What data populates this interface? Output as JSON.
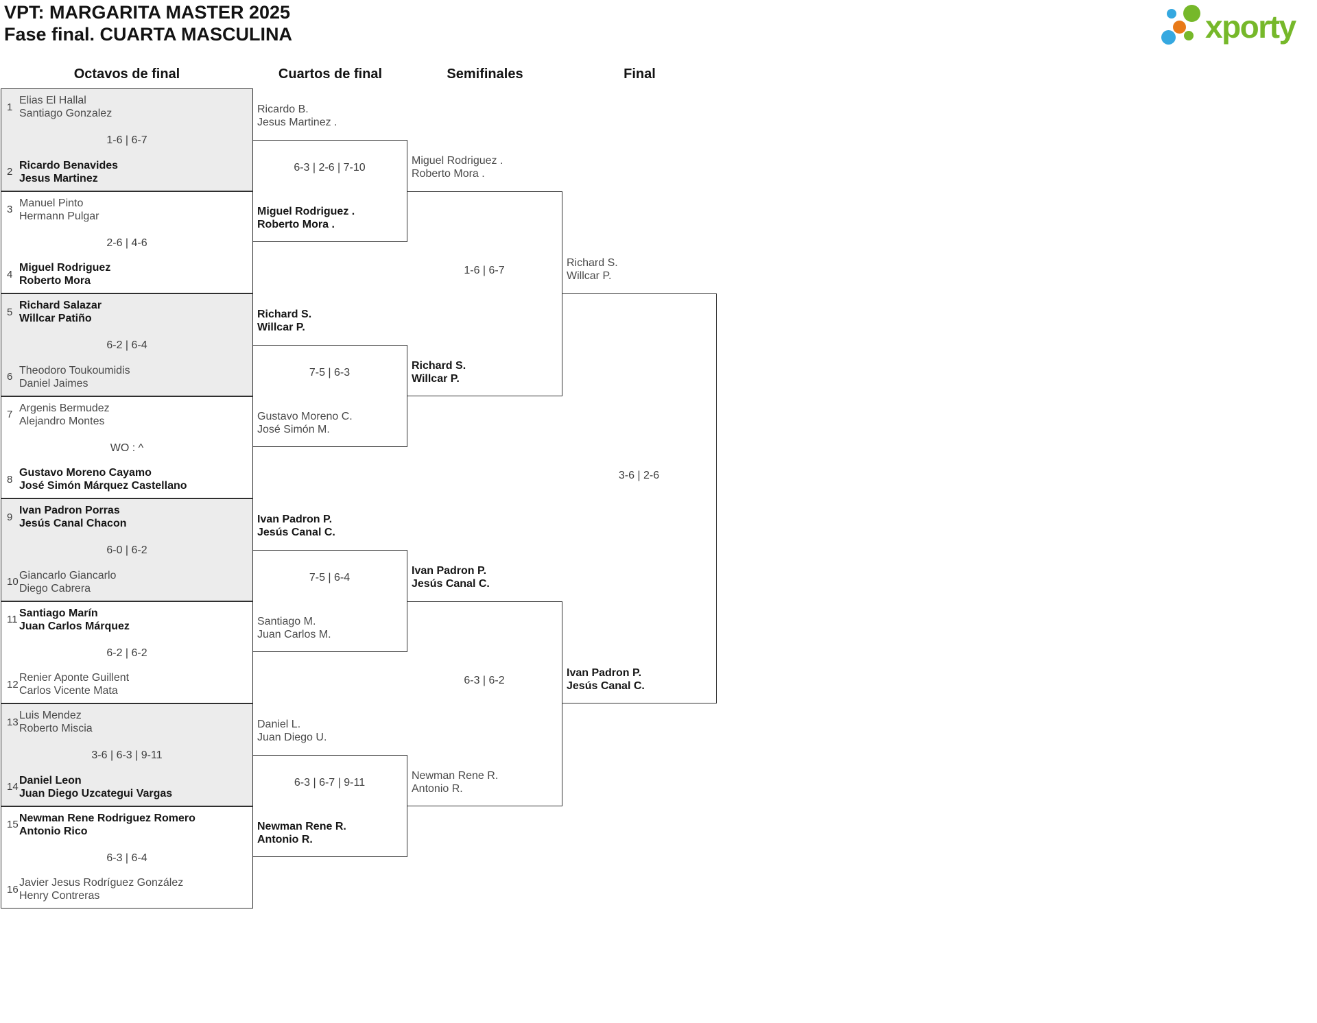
{
  "title": {
    "line1": "VPT: MARGARITA MASTER 2025",
    "line2": "Fase final. CUARTA MASCULINA"
  },
  "logo": {
    "text": "xporty",
    "colors": {
      "green": "#76b82a",
      "blue": "#35a8e0",
      "orange": "#e87917"
    }
  },
  "colors": {
    "box_alt_fill": "#ececec",
    "line": "#2f2f2f",
    "winner_text": "#161616",
    "loser_text": "#4a4a4a",
    "score_text": "#3d3d3d"
  },
  "rounds": [
    {
      "label": "Octavos de final",
      "matches": [
        {
          "seed1": "1",
          "team1": [
            "Elias El Hallal",
            "Santiago Gonzalez"
          ],
          "score": "1-6 | 6-7",
          "winner": 2,
          "seed2": "2",
          "team2": [
            "Ricardo Benavides",
            "Jesus Martinez"
          ]
        },
        {
          "seed1": "3",
          "team1": [
            "Manuel Pinto",
            "Hermann Pulgar"
          ],
          "score": "2-6 | 4-6",
          "winner": 2,
          "seed2": "4",
          "team2": [
            "Miguel Rodriguez",
            "Roberto Mora"
          ]
        },
        {
          "seed1": "5",
          "team1": [
            "Richard Salazar",
            "Willcar Patiño"
          ],
          "score": "6-2 | 6-4",
          "winner": 1,
          "seed2": "6",
          "team2": [
            "Theodoro Toukoumidis",
            "Daniel Jaimes"
          ]
        },
        {
          "seed1": "7",
          "team1": [
            "Argenis Bermudez",
            "Alejandro Montes"
          ],
          "score": "WO : ^",
          "winner": 2,
          "seed2": "8",
          "team2": [
            "Gustavo Moreno Cayamo",
            "José Simón Márquez Castellano"
          ]
        },
        {
          "seed1": "9",
          "team1": [
            "Ivan Padron Porras",
            "Jesús Canal Chacon"
          ],
          "score": "6-0 | 6-2",
          "winner": 1,
          "seed2": "10",
          "team2": [
            "Giancarlo Giancarlo",
            "Diego Cabrera"
          ]
        },
        {
          "seed1": "11",
          "team1": [
            "Santiago Marín",
            "Juan Carlos Márquez"
          ],
          "score": "6-2 | 6-2",
          "winner": 1,
          "seed2": "12",
          "team2": [
            "Renier Aponte Guillent",
            "Carlos Vicente Mata"
          ]
        },
        {
          "seed1": "13",
          "team1": [
            "Luis Mendez",
            "Roberto Miscia"
          ],
          "score": "3-6 | 6-3 | 9-11",
          "winner": 2,
          "seed2": "14",
          "team2": [
            "Daniel Leon",
            "Juan Diego Uzcategui Vargas"
          ]
        },
        {
          "seed1": "15",
          "team1": [
            "Newman Rene Rodriguez Romero",
            "Antonio Rico"
          ],
          "score": "6-3 | 6-4",
          "winner": 1,
          "seed2": "16",
          "team2": [
            "Javier Jesus Rodríguez González",
            "Henry Contreras"
          ]
        }
      ]
    },
    {
      "label": "Cuartos de final",
      "matches": [
        {
          "team1": [
            "Ricardo B.",
            "Jesus Martinez ."
          ],
          "score": "6-3 | 2-6 | 7-10",
          "winner": 2,
          "team2": [
            "Miguel Rodriguez .",
            "Roberto Mora ."
          ]
        },
        {
          "team1": [
            "Richard S.",
            "Willcar P."
          ],
          "score": "7-5 | 6-3",
          "winner": 1,
          "team2": [
            "Gustavo Moreno C.",
            "José Simón M."
          ]
        },
        {
          "team1": [
            "Ivan Padron P.",
            "Jesús Canal C."
          ],
          "score": "7-5 | 6-4",
          "winner": 1,
          "team2": [
            "Santiago M.",
            "Juan Carlos M."
          ]
        },
        {
          "team1": [
            "Daniel L.",
            "Juan Diego U."
          ],
          "score": "6-3 | 6-7 | 9-11",
          "winner": 2,
          "team2": [
            "Newman Rene R.",
            "Antonio R."
          ]
        }
      ]
    },
    {
      "label": "Semifinales",
      "matches": [
        {
          "team1": [
            "Miguel Rodriguez .",
            "Roberto Mora ."
          ],
          "score": "1-6 | 6-7",
          "winner": 2,
          "team2": [
            "Richard S.",
            "Willcar P."
          ]
        },
        {
          "team1": [
            "Ivan Padron P.",
            "Jesús Canal C."
          ],
          "score": "6-3 | 6-2",
          "winner": 1,
          "team2": [
            "Newman Rene R.",
            "Antonio R."
          ]
        }
      ]
    },
    {
      "label": "Final",
      "matches": [
        {
          "team1": [
            "Richard S.",
            "Willcar P."
          ],
          "score": "3-6 | 2-6",
          "winner": 2,
          "team2": [
            "Ivan Padron P.",
            "Jesús Canal C."
          ]
        }
      ]
    }
  ]
}
